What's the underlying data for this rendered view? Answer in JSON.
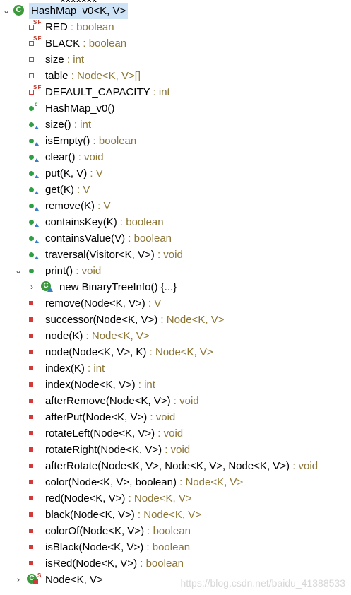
{
  "cut_text": "xxxxxxx",
  "class_node": {
    "name": "HashMap_v0<K, V>",
    "icon": "class-icon"
  },
  "members": [
    {
      "id": "field-red",
      "name": "RED",
      "type": " : boolean",
      "icon": "static-final-field-icon"
    },
    {
      "id": "field-black",
      "name": "BLACK",
      "type": " : boolean",
      "icon": "static-final-field-icon"
    },
    {
      "id": "field-size",
      "name": "size",
      "type": " : int",
      "icon": "private-field-icon"
    },
    {
      "id": "field-table",
      "name": "table",
      "type": " : Node<K, V>[]",
      "icon": "private-field-icon"
    },
    {
      "id": "field-default-capacity",
      "name": "DEFAULT_CAPACITY",
      "type": " : int",
      "icon": "static-final-field-icon"
    },
    {
      "id": "constructor",
      "name": "HashMap_v0()",
      "type": "",
      "icon": "constructor-icon"
    },
    {
      "id": "method-size",
      "name": "size()",
      "type": " : int",
      "icon": "public-method-override-icon"
    },
    {
      "id": "method-isempty",
      "name": "isEmpty()",
      "type": " : boolean",
      "icon": "public-method-override-icon"
    },
    {
      "id": "method-clear",
      "name": "clear()",
      "type": " : void",
      "icon": "public-method-override-icon"
    },
    {
      "id": "method-put",
      "name": "put(K, V)",
      "type": " : V",
      "icon": "public-method-override-icon"
    },
    {
      "id": "method-get",
      "name": "get(K)",
      "type": " : V",
      "icon": "public-method-override-icon"
    },
    {
      "id": "method-remove",
      "name": "remove(K)",
      "type": " : V",
      "icon": "public-method-override-icon"
    },
    {
      "id": "method-containskey",
      "name": "containsKey(K)",
      "type": " : boolean",
      "icon": "public-method-override-icon"
    },
    {
      "id": "method-containsvalue",
      "name": "containsValue(V)",
      "type": " : boolean",
      "icon": "public-method-override-icon"
    },
    {
      "id": "method-traversal",
      "name": "traversal(Visitor<K, V>)",
      "type": " : void",
      "icon": "public-method-override-icon"
    },
    {
      "id": "method-print",
      "name": "print()",
      "type": " : void",
      "icon": "public-method-icon"
    }
  ],
  "anon_node": {
    "name": "new BinaryTreeInfo() {...}",
    "icon": "anonymous-class-icon"
  },
  "private_methods": [
    {
      "name": "remove(Node<K, V>)",
      "type": " : V"
    },
    {
      "name": "successor(Node<K, V>)",
      "type": " : Node<K, V>"
    },
    {
      "name": "node(K)",
      "type": " : Node<K, V>"
    },
    {
      "name": "node(Node<K, V>, K)",
      "type": " : Node<K, V>"
    },
    {
      "name": "index(K)",
      "type": " : int"
    },
    {
      "name": "index(Node<K, V>)",
      "type": " : int"
    },
    {
      "name": "afterRemove(Node<K, V>)",
      "type": " : void"
    },
    {
      "name": "afterPut(Node<K, V>)",
      "type": " : void"
    },
    {
      "name": "rotateLeft(Node<K, V>)",
      "type": " : void"
    },
    {
      "name": "rotateRight(Node<K, V>)",
      "type": " : void"
    },
    {
      "name": "afterRotate(Node<K, V>, Node<K, V>, Node<K, V>)",
      "type": " : void"
    },
    {
      "name": "color(Node<K, V>, boolean)",
      "type": " : Node<K, V>"
    },
    {
      "name": "red(Node<K, V>)",
      "type": " : Node<K, V>"
    },
    {
      "name": "black(Node<K, V>)",
      "type": " : Node<K, V>"
    },
    {
      "name": "colorOf(Node<K, V>)",
      "type": " : boolean"
    },
    {
      "name": "isBlack(Node<K, V>)",
      "type": " : boolean"
    },
    {
      "name": "isRed(Node<K, V>)",
      "type": " : boolean"
    }
  ],
  "inner_class_node": {
    "name": "Node<K, V>",
    "icon": "private-static-inner-class-icon"
  },
  "watermark": "https://blog.csdn.net/baidu_41388533",
  "colors": {
    "type_text": "#8b7536",
    "selection": "#cfe3f7",
    "public_green": "#2f9e44",
    "private_red": "#d23a3a"
  }
}
